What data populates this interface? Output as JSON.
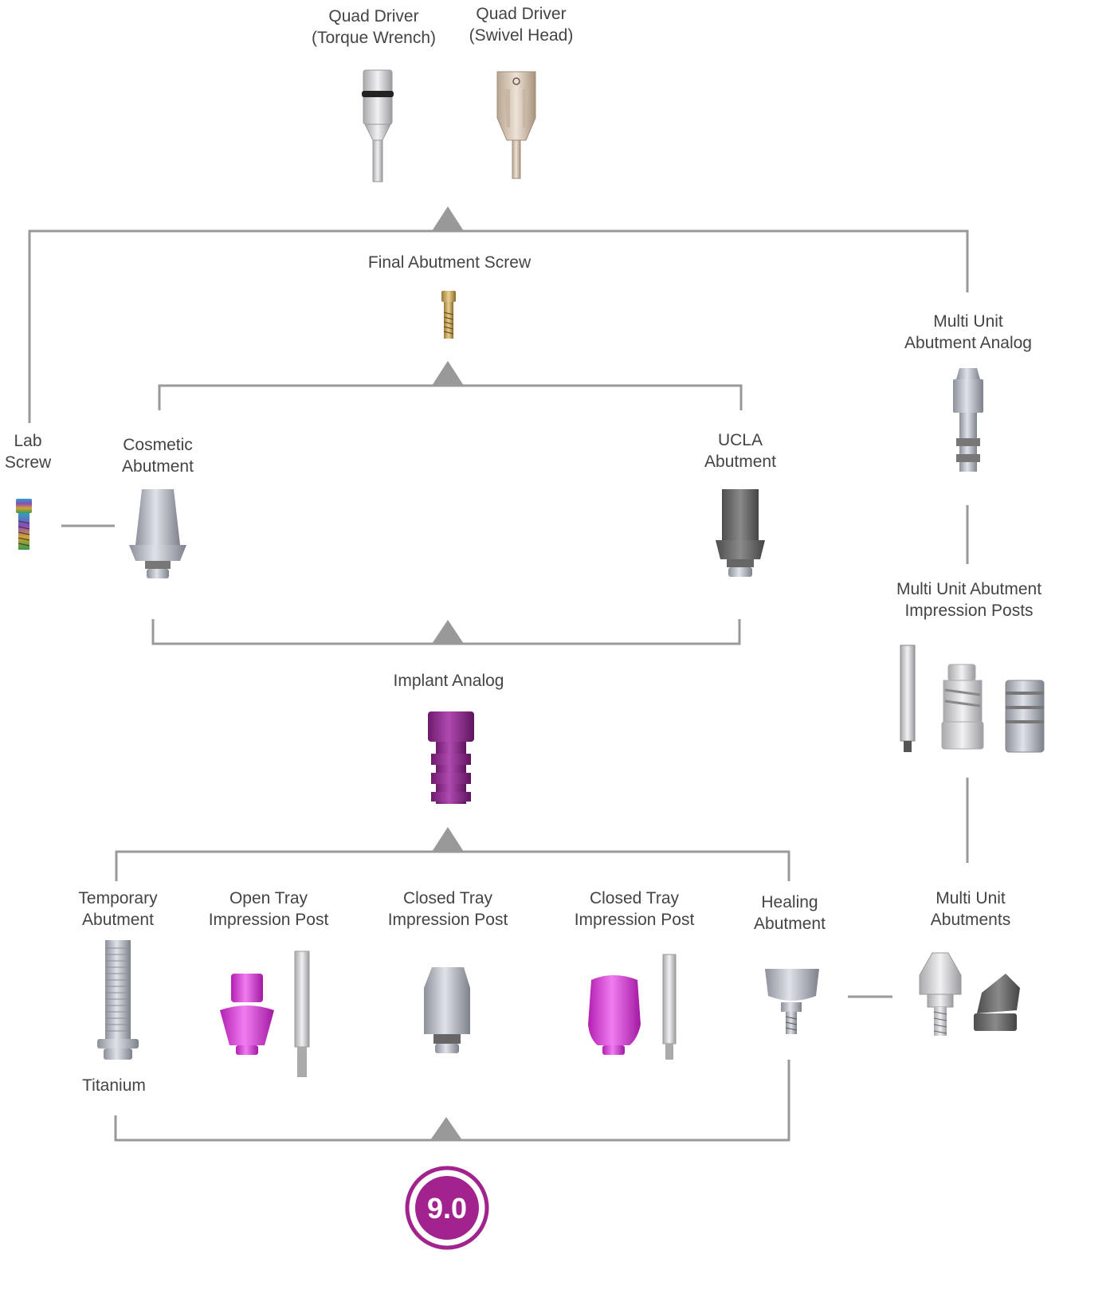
{
  "labels": {
    "quad_torque": {
      "line1": "Quad Driver",
      "line2": "(Torque Wrench)"
    },
    "quad_swivel": {
      "line1": "Quad Driver",
      "line2": "(Swivel Head)"
    },
    "final_screw": "Final Abutment Screw",
    "mu_analog": {
      "line1": "Multi Unit",
      "line2": "Abutment Analog"
    },
    "lab_screw": {
      "line1": "Lab",
      "line2": "Screw"
    },
    "cosmetic": {
      "line1": "Cosmetic",
      "line2": "Abutment"
    },
    "ucla": {
      "line1": "UCLA",
      "line2": "Abutment"
    },
    "mu_posts": {
      "line1": "Multi Unit Abutment",
      "line2": "Impression Posts"
    },
    "implant_analog": "Implant Analog",
    "temporary": {
      "line1": "Temporary",
      "line2": "Abutment"
    },
    "open_tray": {
      "line1": "Open Tray",
      "line2": "Impression Post"
    },
    "closed_tray_1": {
      "line1": "Closed Tray",
      "line2": "Impression Post"
    },
    "closed_tray_2": {
      "line1": "Closed Tray",
      "line2": "Impression Post"
    },
    "healing": {
      "line1": "Healing",
      "line2": "Abutment"
    },
    "mu_abutments": {
      "line1": "Multi Unit",
      "line2": "Abutments"
    },
    "titanium": "Titanium"
  },
  "badge": "9.0",
  "colors": {
    "line": "#999999",
    "magenta": "#cc44cc",
    "purple": "#8a2b8a",
    "badge": "#a3238e",
    "steel": "#b8bcc4",
    "dark_steel": "#6a6a6a"
  }
}
